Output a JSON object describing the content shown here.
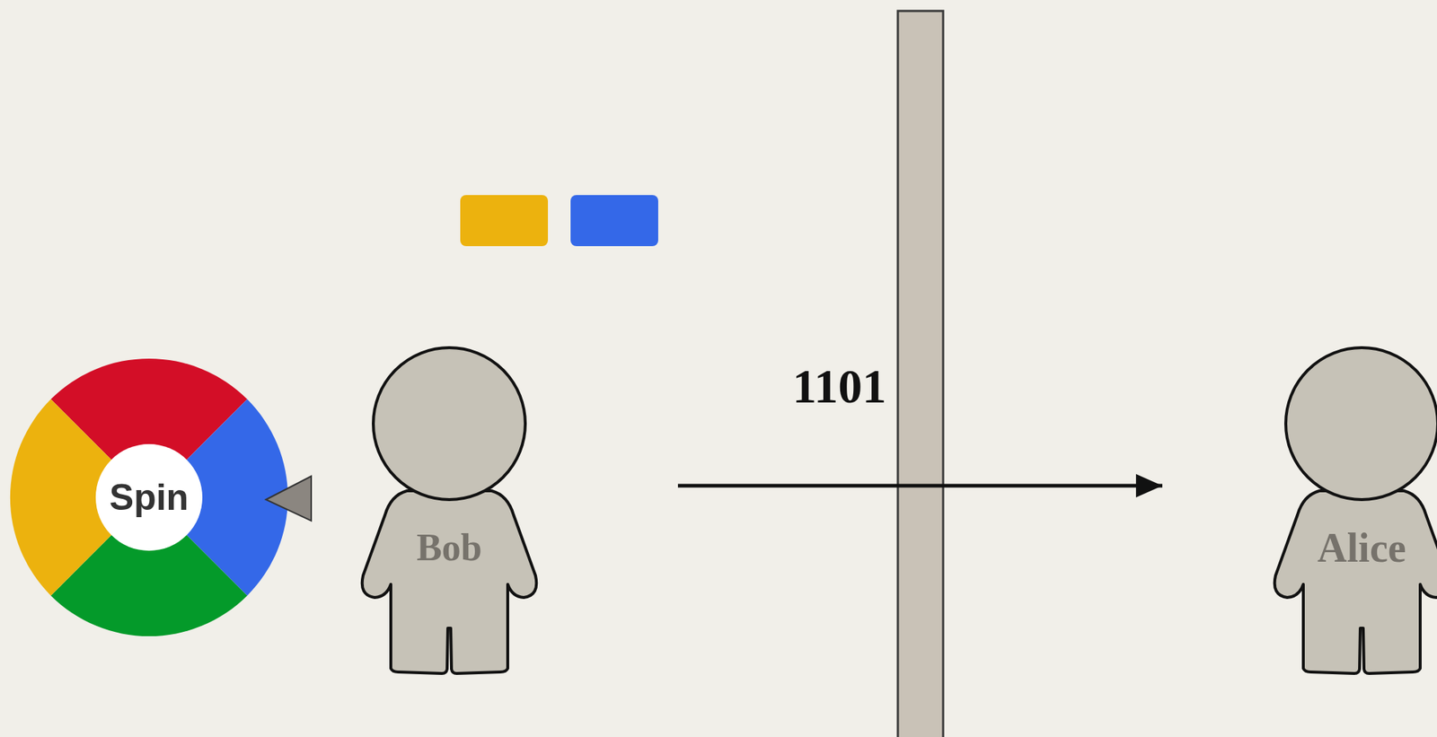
{
  "diagram": {
    "nodes": [
      {
        "text": [
          "Spin"
        ]
      },
      {
        "text": [
          "Bob"
        ]
      },
      {
        "text": [
          "Alice"
        ]
      }
    ],
    "edges": [
      {
        "from": 1,
        "to": 2,
        "arrow": "to",
        "label": "1101"
      }
    ]
  }
}
